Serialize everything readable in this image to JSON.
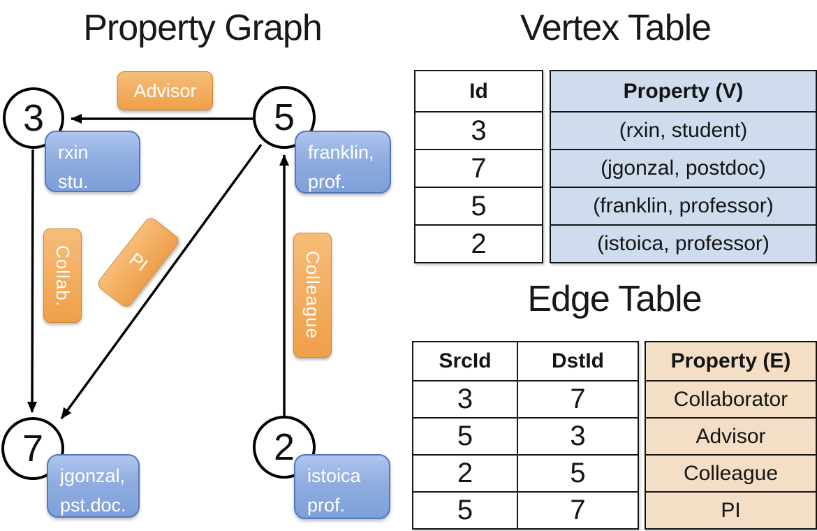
{
  "graph": {
    "title": "Property Graph",
    "nodes": [
      {
        "id": "3",
        "property_line1": "rxin",
        "property_line2": "stu."
      },
      {
        "id": "5",
        "property_line1": "franklin,",
        "property_line2": "prof."
      },
      {
        "id": "7",
        "property_line1": "jgonzal,",
        "property_line2": "pst.doc."
      },
      {
        "id": "2",
        "property_line1": "istoica",
        "property_line2": "prof."
      }
    ],
    "edges": [
      {
        "src": "5",
        "dst": "3",
        "label": "Advisor"
      },
      {
        "src": "3",
        "dst": "7",
        "label": "Collab."
      },
      {
        "src": "5",
        "dst": "7",
        "label": "PI"
      },
      {
        "src": "2",
        "dst": "5",
        "label": "Colleague"
      }
    ]
  },
  "vertex_table": {
    "title": "Vertex Table",
    "headers": {
      "id": "Id",
      "property": "Property (V)"
    },
    "rows": [
      {
        "id": "3",
        "property": "(rxin, student)"
      },
      {
        "id": "7",
        "property": "(jgonzal, postdoc)"
      },
      {
        "id": "5",
        "property": "(franklin, professor)"
      },
      {
        "id": "2",
        "property": "(istoica, professor)"
      }
    ]
  },
  "edge_table": {
    "title": "Edge Table",
    "headers": {
      "src": "SrcId",
      "dst": "DstId",
      "property": "Property (E)"
    },
    "rows": [
      {
        "src": "3",
        "dst": "7",
        "property": "Collaborator"
      },
      {
        "src": "5",
        "dst": "3",
        "property": "Advisor"
      },
      {
        "src": "2",
        "dst": "5",
        "property": "Colleague"
      },
      {
        "src": "5",
        "dst": "7",
        "property": "PI"
      }
    ]
  },
  "colors": {
    "edge_label_orange_top": "#f6bd78",
    "edge_label_orange_bottom": "#ef9f49",
    "vertex_label_blue_top": "#aec5ee",
    "vertex_label_blue_bottom": "#7e9fda",
    "vertex_table_fill": "#cfdcee",
    "edge_table_fill": "#f4dfc6",
    "line_color": "#000000"
  }
}
